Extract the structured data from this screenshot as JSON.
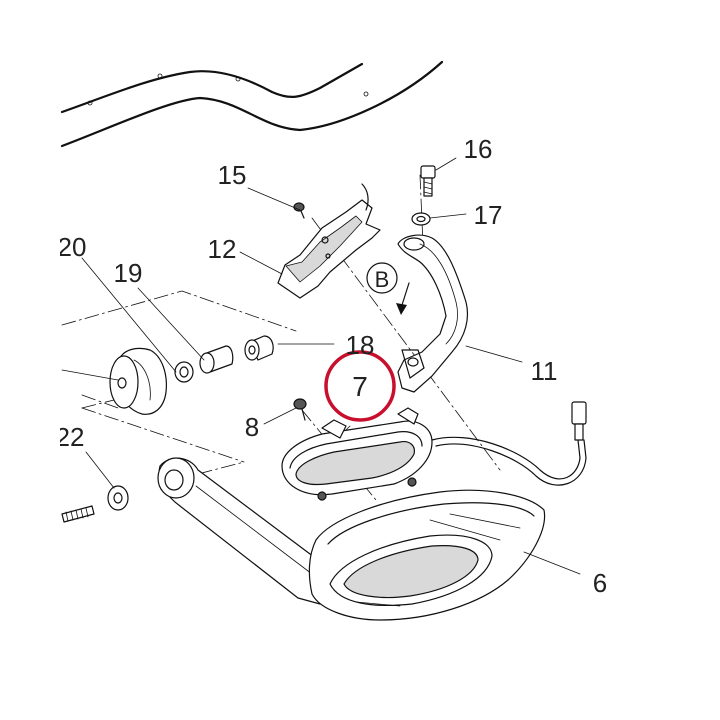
{
  "labels": {
    "l6": "6",
    "l7": "7",
    "l8": "8",
    "l11": "11",
    "l12": "12",
    "l15": "15",
    "l16": "16",
    "l17": "17",
    "l18": "18",
    "l19": "19",
    "l20": "20",
    "l22": "22",
    "view_b": "B"
  },
  "colors": {
    "highlight": "#c8102e",
    "line": "#111111"
  },
  "highlighted_part": "7"
}
